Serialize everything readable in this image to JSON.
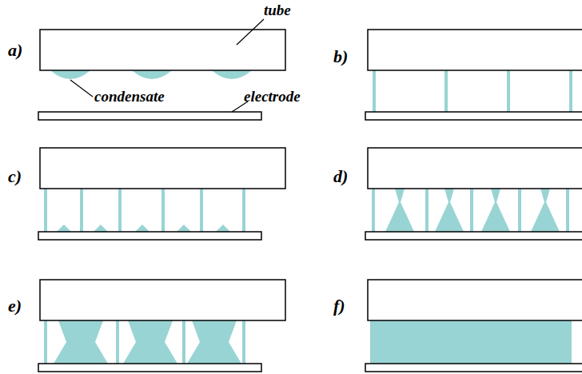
{
  "diagram": {
    "labels": [
      "a)",
      "tube",
      "condensate",
      "electrode",
      "b)",
      "c)",
      "d)",
      "e)",
      "f)"
    ]
  }
}
